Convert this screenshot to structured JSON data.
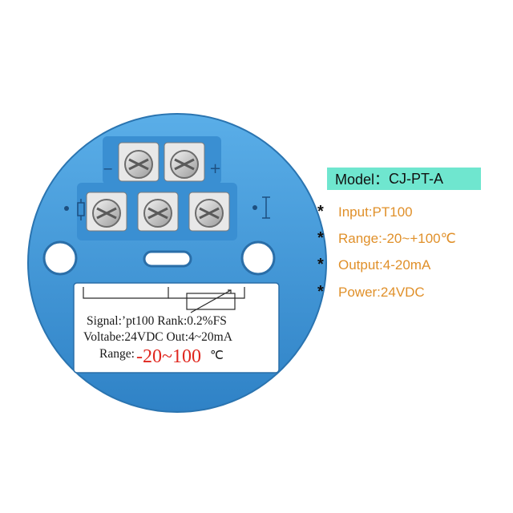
{
  "model": {
    "label": "Model：",
    "value": "CJ-PT-A"
  },
  "specs": [
    {
      "bullet": "*",
      "text": "Input:PT100"
    },
    {
      "bullet": "*",
      "text": "Range:-20~+100℃"
    },
    {
      "bullet": "*",
      "text": "Output:4-20mA"
    },
    {
      "bullet": "*",
      "text": "Power:24VDC"
    }
  ],
  "device": {
    "terminal_minus": "−",
    "terminal_plus": "+",
    "label_signal": "Signal:’pt100 Rank:0.2%FS",
    "label_voltage": "Voltabe:24VDC Out:4~20mA",
    "label_range_prefix": "Range:",
    "label_range_value": "-20~100",
    "label_range_unit": "℃"
  },
  "colors": {
    "housing": "#3f97d8",
    "housing_dark": "#2f7fc0",
    "accent_teal": "#6fe6cf",
    "spec_orange": "#e0902a",
    "range_red": "#e0261e"
  }
}
